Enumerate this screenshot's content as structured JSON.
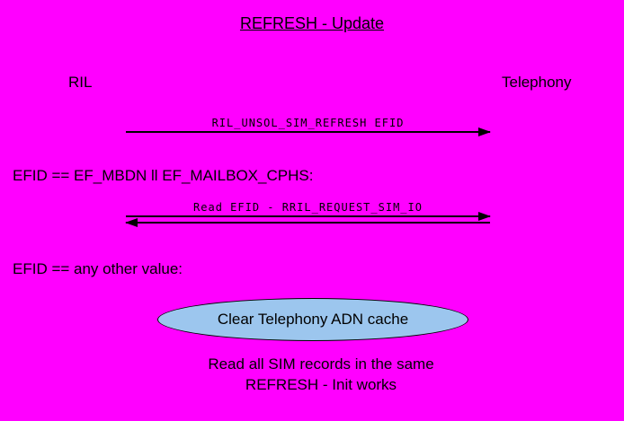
{
  "diagram": {
    "title": "REFRESH - Update",
    "actors": {
      "left": "RIL",
      "right": "Telephony"
    },
    "messages": [
      {
        "label": "RIL_UNSOL_SIM_REFRESH EFID",
        "direction": "right"
      },
      {
        "label": "Read EFID - RRIL_REQUEST_SIM_IO",
        "direction": "both"
      }
    ],
    "conditions": [
      "EFID == EF_MBDN ll EF_MAILBOX_CPHS:",
      "EFID == any other value:"
    ],
    "ellipse": {
      "label": "Clear Telephony ADN cache",
      "fill": "#9cc6ee"
    },
    "note": {
      "line1": "Read all SIM records in the same",
      "line2": "REFRESH - Init works"
    },
    "colors": {
      "background": "#ff00ff",
      "line": "#000000",
      "text": "#000000"
    }
  }
}
